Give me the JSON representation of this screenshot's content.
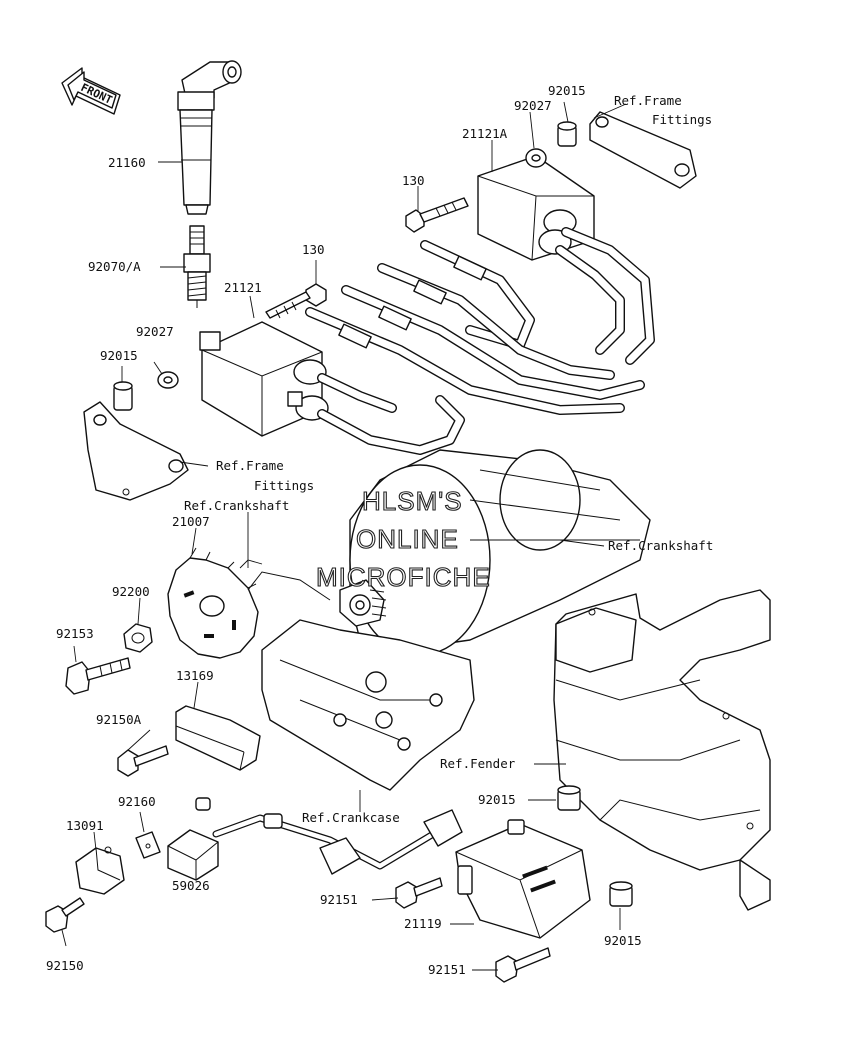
{
  "watermark": [
    "HLSM'S",
    "ONLINE",
    "MICROFICHE"
  ],
  "front_badge": "FRONT",
  "labels": {
    "p21160": "21160",
    "p92070": "92070/A",
    "p130a": "130",
    "p21121": "21121",
    "p92027a": "92027",
    "p92015a": "92015",
    "ref_frame_1a": "Ref.Frame",
    "ref_frame_1b": "Fittings",
    "p92015b": "92015",
    "p92027b": "92027",
    "p21121a": "21121A",
    "p130b": "130",
    "ref_frame_2a": "Ref.Frame",
    "ref_frame_2b": "Fittings",
    "ref_crank_1": "Ref.Crankshaft",
    "p21007": "21007",
    "ref_crank_2": "Ref.Crankshaft",
    "p92200": "92200",
    "p92153": "92153",
    "p13169": "13169",
    "p92150a": "92150A",
    "ref_fender": "Ref.Fender",
    "p92015c": "92015",
    "p92160": "92160",
    "ref_crankcase": "Ref.Crankcase",
    "p13091": "13091",
    "p59026": "59026",
    "p92151a": "92151",
    "p21119": "21119",
    "p92015d": "92015",
    "p92150": "92150",
    "p92151b": "92151"
  }
}
